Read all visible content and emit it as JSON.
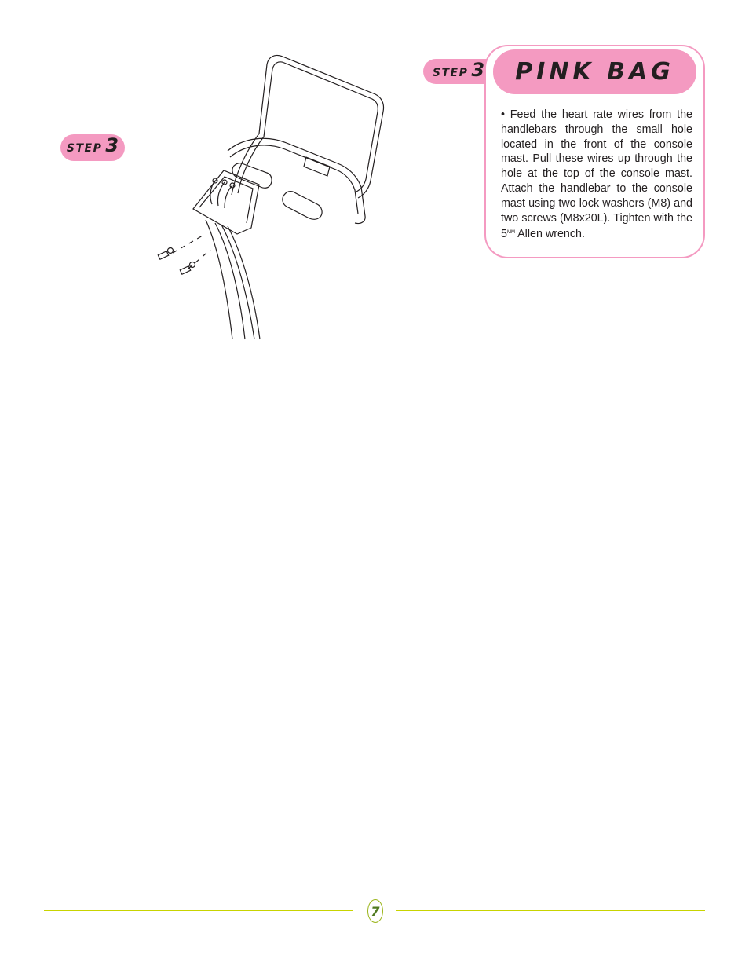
{
  "step_left": {
    "word": "STEP",
    "number": "3"
  },
  "step_right": {
    "word": "STEP",
    "number": "3"
  },
  "bag_header": "PINK BAG",
  "instructions": {
    "text_before_sup": "• Feed the heart rate wires from the handlebars through the small hole located in the front of the console mast. Pull these wires up through the hole at the top of the console mast. Attach the handlebar to the console mast using two lock washers (M8) and two screws (M8x20L). Tighten with the 5",
    "sup": "MM",
    "text_after_sup": " Allen wrench."
  },
  "footer": {
    "page_number": "7"
  },
  "colors": {
    "pink": "#f49ac1",
    "footer_line": "#c8d400",
    "page_number": "#4f7a1f"
  }
}
